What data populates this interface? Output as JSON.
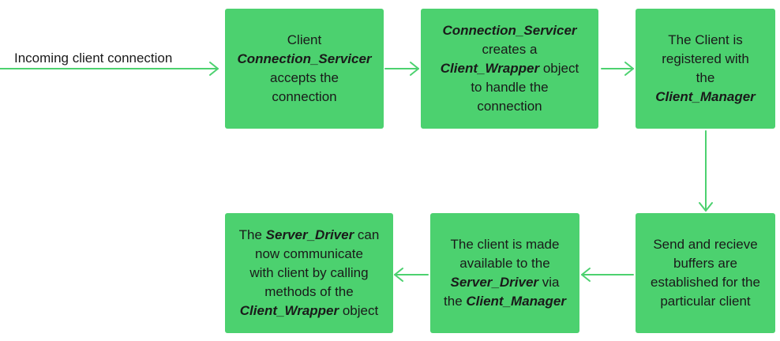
{
  "incoming_label": "Incoming client connection",
  "colors": {
    "box_fill": "#4cd16f",
    "arrow": "#4cd16f",
    "text": "#1a1a1a"
  },
  "steps": [
    {
      "id": "step-1",
      "lines": [
        [
          {
            "t": "Client"
          }
        ],
        [
          {
            "t": "Connection_Servicer",
            "em": true
          }
        ],
        [
          {
            "t": "accepts the"
          }
        ],
        [
          {
            "t": "connection"
          }
        ]
      ]
    },
    {
      "id": "step-2",
      "lines": [
        [
          {
            "t": "Connection_Servicer",
            "em": true
          }
        ],
        [
          {
            "t": "creates a"
          }
        ],
        [
          {
            "t": "Client_Wrapper",
            "em": true
          },
          {
            "t": " object"
          }
        ],
        [
          {
            "t": "to handle the"
          }
        ],
        [
          {
            "t": "connection"
          }
        ]
      ]
    },
    {
      "id": "step-3",
      "lines": [
        [
          {
            "t": "The Client is"
          }
        ],
        [
          {
            "t": "registered with"
          }
        ],
        [
          {
            "t": "the"
          }
        ],
        [
          {
            "t": "Client_Manager",
            "em": true
          }
        ]
      ]
    },
    {
      "id": "step-4",
      "lines": [
        [
          {
            "t": "Send and recieve"
          }
        ],
        [
          {
            "t": "buffers are"
          }
        ],
        [
          {
            "t": "established for the"
          }
        ],
        [
          {
            "t": "particular client"
          }
        ]
      ]
    },
    {
      "id": "step-5",
      "lines": [
        [
          {
            "t": "The client is made"
          }
        ],
        [
          {
            "t": "available to the"
          }
        ],
        [
          {
            "t": "Server_Driver",
            "em": true
          },
          {
            "t": " via"
          }
        ],
        [
          {
            "t": "the "
          },
          {
            "t": "Client_Manager",
            "em": true
          }
        ]
      ]
    },
    {
      "id": "step-6",
      "lines": [
        [
          {
            "t": "The "
          },
          {
            "t": "Server_Driver",
            "em": true
          },
          {
            "t": " can"
          }
        ],
        [
          {
            "t": "now communicate"
          }
        ],
        [
          {
            "t": "with client by calling"
          }
        ],
        [
          {
            "t": "methods of the"
          }
        ],
        [
          {
            "t": "Client_Wrapper",
            "em": true
          },
          {
            "t": " object"
          }
        ]
      ]
    }
  ]
}
